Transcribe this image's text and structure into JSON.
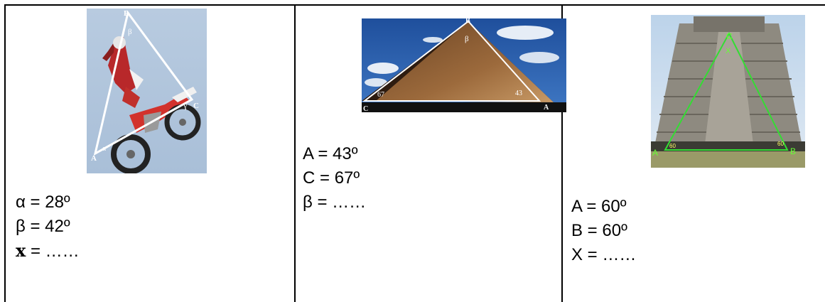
{
  "problems": [
    {
      "photo": {
        "vertex_labels": [
          "B",
          "C",
          "A"
        ],
        "angle_labels": [
          "β",
          "ɣ",
          "α"
        ]
      },
      "lines": [
        {
          "symbol": "α",
          "eq": " = ",
          "value": "28º"
        },
        {
          "symbol": "β",
          "eq": " = ",
          "value": "42º"
        },
        {
          "symbol": "x",
          "eq": " = ",
          "value": "……"
        }
      ]
    },
    {
      "photo": {
        "vertex_labels": [
          "B",
          "C",
          "A"
        ],
        "angle_labels": [
          "β",
          "67",
          "43"
        ]
      },
      "lines": [
        {
          "symbol": "A",
          "eq": " = ",
          "value": "43º"
        },
        {
          "symbol": "C",
          "eq": " = ",
          "value": "67º"
        },
        {
          "symbol": "β",
          "eq": " = ",
          "value": "……"
        }
      ]
    },
    {
      "photo": {
        "vertex_labels": [
          "C",
          "A",
          "B"
        ],
        "angle_labels": [
          "X",
          "60",
          "60"
        ]
      },
      "lines": [
        {
          "symbol": "A",
          "eq": " = ",
          "value": "60º"
        },
        {
          "symbol": "B",
          "eq": " = ",
          "value": "60º"
        },
        {
          "symbol": "X",
          "eq": " = ",
          "value": "……"
        }
      ]
    }
  ]
}
